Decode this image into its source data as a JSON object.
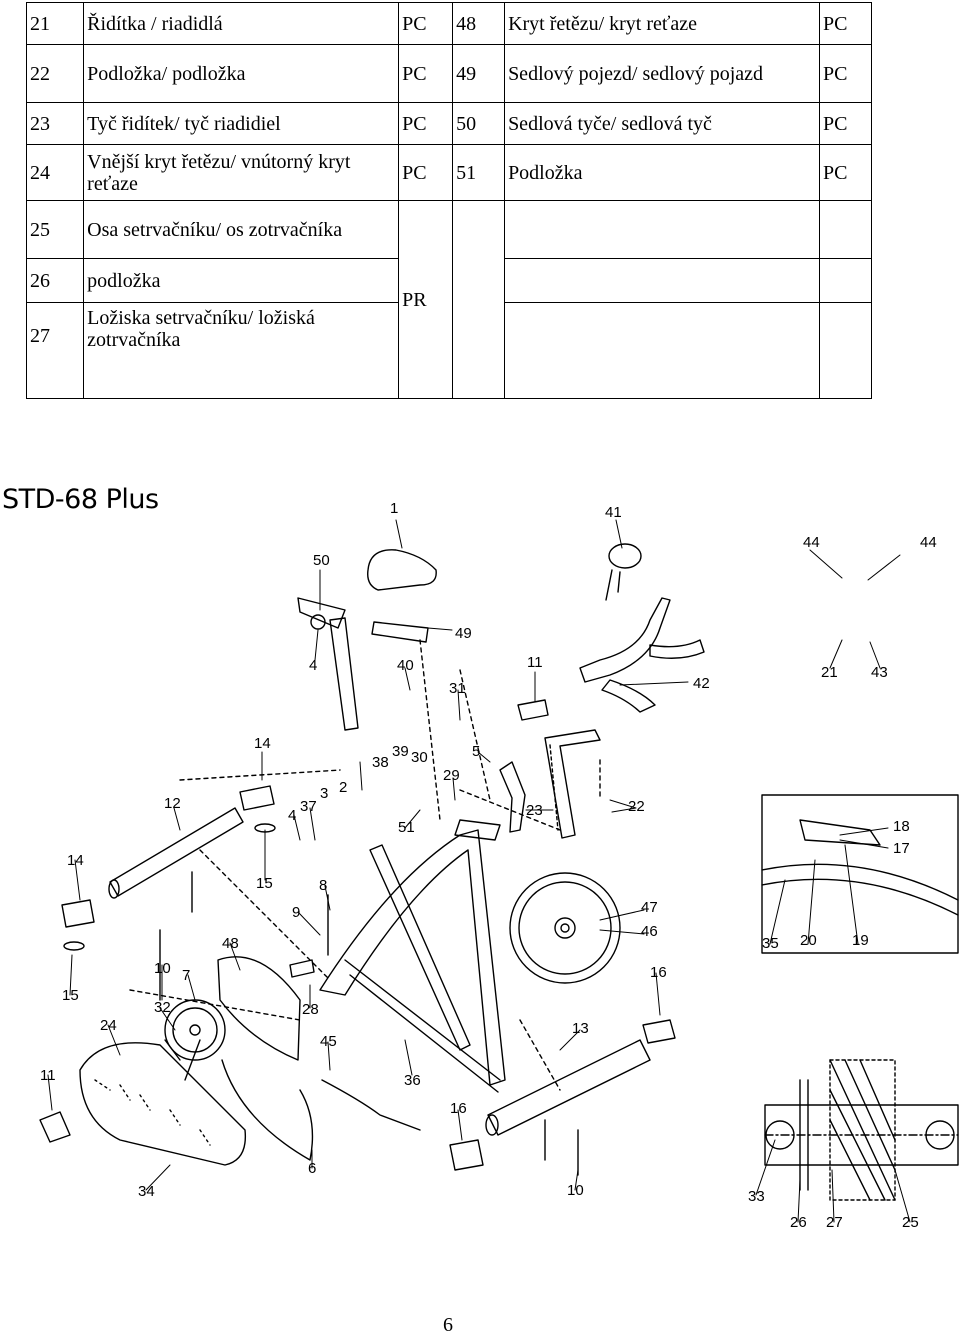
{
  "parts_table": {
    "rows": [
      {
        "left_no": "21",
        "left_name": "Řidítka / riadidlá",
        "left_type": "PC",
        "right_no": "48",
        "right_name": "Kryt řetězu/ kryt reťaze",
        "right_type": "PC"
      },
      {
        "left_no": "22",
        "left_name": "Podložka/ podložka",
        "left_type": "PC",
        "right_no": "49",
        "right_name": "Sedlový pojezd/ sedlový pojazd",
        "right_type": "PC"
      },
      {
        "left_no": "23",
        "left_name": "Tyč řidítek/ tyč riadidiel",
        "left_type": "PC",
        "right_no": "50",
        "right_name": "Sedlová tyče/ sedlová tyč",
        "right_type": "PC"
      },
      {
        "left_no": "24",
        "left_name": "Vnější kryt řetězu/ vnútorný kryt reťaze",
        "left_type": "PC",
        "right_no": "51",
        "right_name": "Podložka",
        "right_type": "PC"
      }
    ],
    "merged_rows": [
      {
        "left_no": "25",
        "left_name": "Osa setrvačníku/ os zotrvačníka"
      },
      {
        "left_no": "26",
        "left_name": "podložka"
      },
      {
        "left_no": "27",
        "left_name": "Ložiska setrvačníku/ ložiská zotrvačníka"
      }
    ],
    "merged_type": "PR"
  },
  "diagram": {
    "model_title": "STD-68 Plus",
    "callouts": [
      "1",
      "50",
      "41",
      "44",
      "44",
      "49",
      "4",
      "40",
      "11",
      "21",
      "43",
      "42",
      "31",
      "14",
      "5",
      "39",
      "30",
      "38",
      "22",
      "12",
      "37",
      "3",
      "2",
      "23",
      "29",
      "51",
      "18",
      "17",
      "4",
      "14",
      "15",
      "8",
      "9",
      "47",
      "46",
      "48",
      "7",
      "16",
      "35",
      "20",
      "19",
      "10",
      "15",
      "32",
      "28",
      "13",
      "24",
      "45",
      "11",
      "36",
      "16",
      "6",
      "34",
      "10",
      "33",
      "26",
      "27",
      "25"
    ]
  },
  "page_number": "6"
}
